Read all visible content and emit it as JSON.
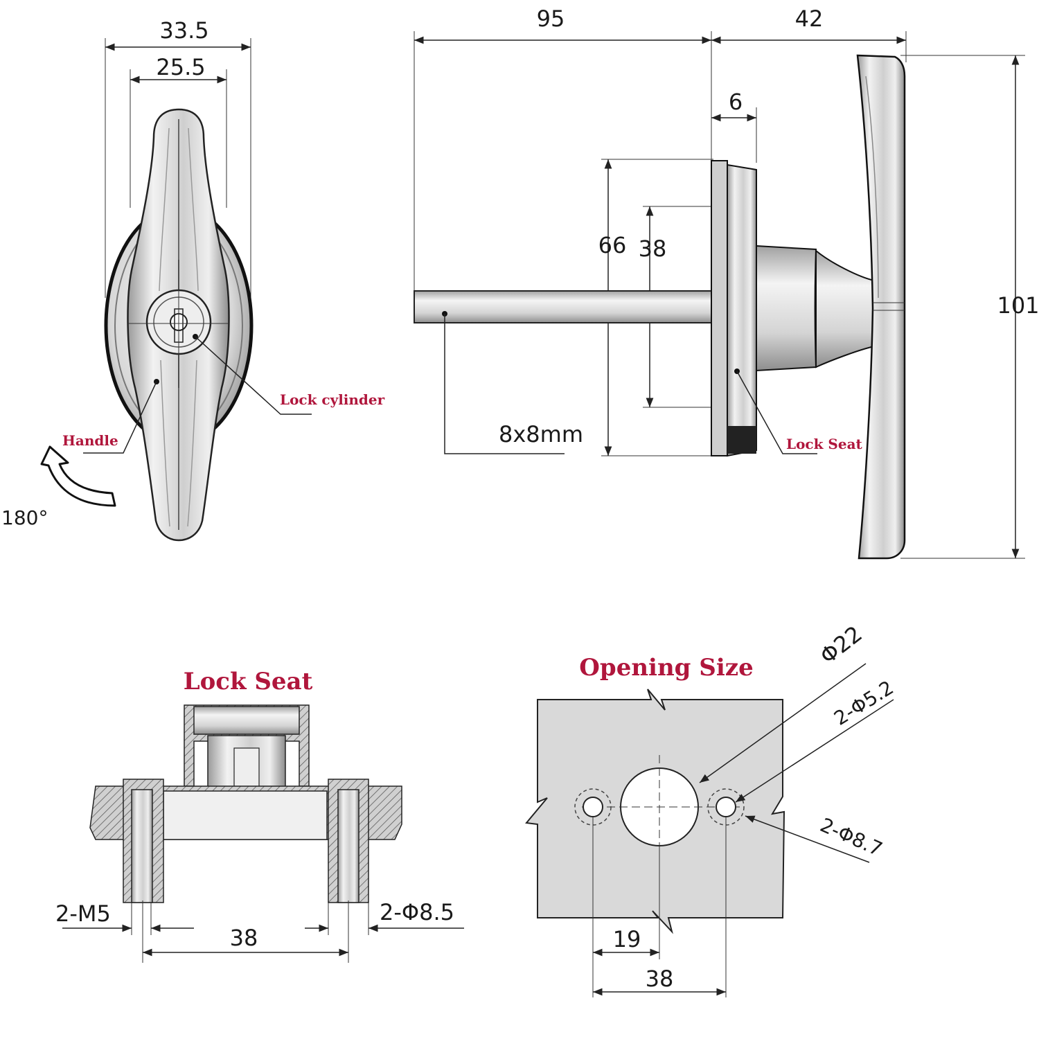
{
  "front_view": {
    "dim_width_outer": "33.5",
    "dim_width_inner": "25.5",
    "label_lock_cylinder": "Lock cylinder",
    "label_handle": "Handle",
    "label_rotation": "180°"
  },
  "side_view": {
    "dim_shaft_length": "95",
    "dim_handle_depth": "42",
    "dim_seat_thickness": "6",
    "dim_seat_height": "66",
    "dim_bolt_spacing": "38",
    "dim_total_height": "101",
    "label_shaft_size": "8x8mm",
    "label_lock_seat": "Lock Seat"
  },
  "lock_seat_section": {
    "title": "Lock Seat",
    "label_thread": "2-M5",
    "label_pin_diameter": "2-Φ8.5",
    "dim_spacing": "38"
  },
  "opening_size": {
    "title": "Opening Size",
    "label_center_hole": "Φ22",
    "label_small_holes": "2-Φ5.2",
    "label_counter_holes": "2-Φ8.7",
    "dim_half_spacing": "19",
    "dim_spacing": "38"
  },
  "colors": {
    "callout": "#b0163c",
    "line": "#222222",
    "metal_light": "#e6e6e6",
    "metal_dark": "#8a8a8a",
    "plate": "#d9d9d9"
  }
}
